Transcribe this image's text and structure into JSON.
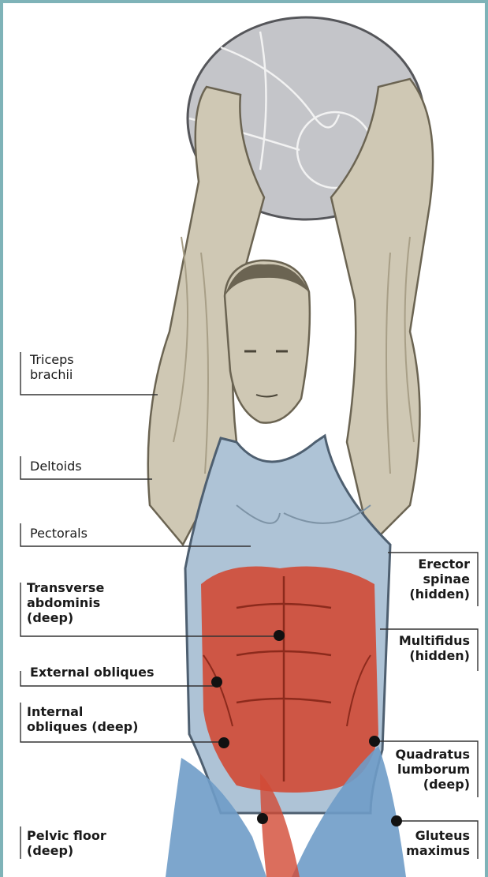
{
  "labels": {
    "triceps": [
      "Triceps",
      "brachii"
    ],
    "deltoids": [
      "Deltoids"
    ],
    "pectorals": [
      "Pectorals"
    ],
    "transverse": [
      "Transverse",
      "abdominis",
      "(deep)"
    ],
    "external_obliques": [
      "External obliques"
    ],
    "internal_obliques": [
      "Internal",
      "obliques (deep)"
    ],
    "pelvic_floor": [
      "Pelvic floor",
      "(deep)"
    ],
    "erector": [
      "Erector",
      "spinae",
      "(hidden)"
    ],
    "multifidus": [
      "Multifidus",
      "(hidden)"
    ],
    "quadratus": [
      "Quadratus",
      "lumborum",
      "(deep)"
    ],
    "gluteus": [
      "Gluteus",
      "maximus"
    ]
  },
  "colors": {
    "border": "#7fb3b8",
    "skin": "#cfc8b4",
    "skin_shadow": "#a89f87",
    "ball": "#c4c5c9",
    "vest": "#aec3d6",
    "muscle": "#d24a35",
    "shorts": "#6f9cc8",
    "leader": "#333333"
  }
}
